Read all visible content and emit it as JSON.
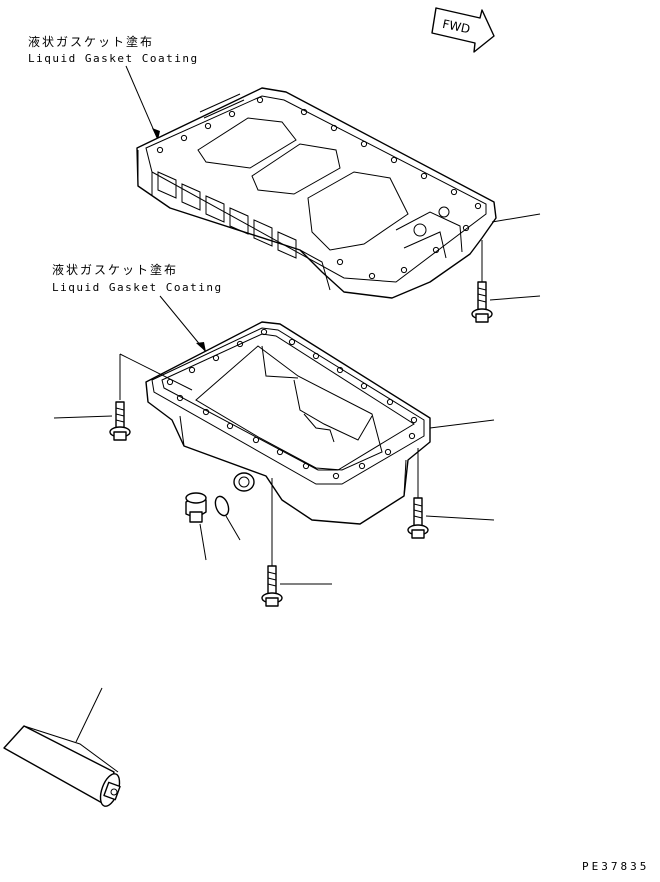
{
  "labels": {
    "upper": {
      "jp": "液状ガスケット塗布",
      "en": "Liquid Gasket Coating"
    },
    "lower": {
      "jp": "液状ガスケット塗布",
      "en": "Liquid Gasket Coating"
    },
    "fwd": "FWD",
    "drawing_code": "PE37835"
  }
}
